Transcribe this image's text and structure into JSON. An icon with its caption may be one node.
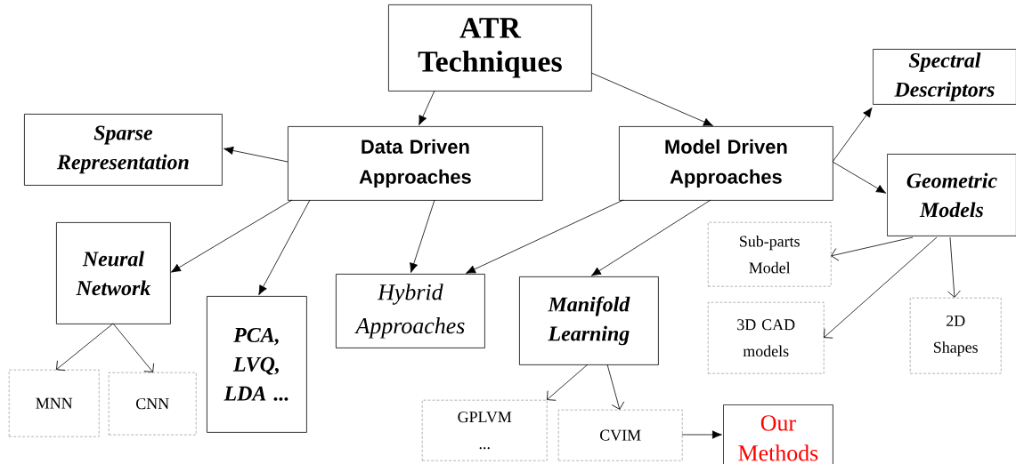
{
  "diagram": {
    "nodes": [
      {
        "text": [
          "ATR Techniques"
        ]
      },
      {
        "text": [
          "Data Driven Approaches"
        ]
      },
      {
        "text": [
          "Model Driven Approaches"
        ]
      },
      {
        "text": [
          "Sparse Representation"
        ]
      },
      {
        "text": [
          "Spectral Descriptors"
        ]
      },
      {
        "text": [
          "Geometric Models"
        ]
      },
      {
        "text": [
          "Neural Network"
        ]
      },
      {
        "text": [
          "PCA, LVQ, LDA ..."
        ]
      },
      {
        "text": [
          "Hybrid Approaches"
        ]
      },
      {
        "text": [
          "Manifold Learning"
        ]
      },
      {
        "text": [
          "Sub-parts Model"
        ]
      },
      {
        "text": [
          "3D CAD models"
        ]
      },
      {
        "text": [
          "2D Shapes"
        ]
      },
      {
        "text": [
          "MNN"
        ]
      },
      {
        "text": [
          "CNN"
        ]
      },
      {
        "text": [
          "GPLVM ..."
        ]
      },
      {
        "text": [
          "CVIM"
        ]
      },
      {
        "text": [
          "Our Methods"
        ]
      }
    ],
    "edges": [
      {
        "from": 0,
        "to": 1,
        "arrow": "to"
      },
      {
        "from": 0,
        "to": 2,
        "arrow": "to"
      },
      {
        "from": 1,
        "to": 3,
        "arrow": "to"
      },
      {
        "from": 2,
        "to": 4,
        "arrow": "to"
      },
      {
        "from": 2,
        "to": 5,
        "arrow": "to"
      },
      {
        "from": 1,
        "to": 6,
        "arrow": "to"
      },
      {
        "from": 1,
        "to": 7,
        "arrow": "to"
      },
      {
        "from": 1,
        "to": 8,
        "arrow": "to"
      },
      {
        "from": 2,
        "to": 8,
        "arrow": "to"
      },
      {
        "from": 2,
        "to": 9,
        "arrow": "to"
      },
      {
        "from": 5,
        "to": 10,
        "arrow": "to"
      },
      {
        "from": 5,
        "to": 11,
        "arrow": "to"
      },
      {
        "from": 5,
        "to": 12,
        "arrow": "to"
      },
      {
        "from": 6,
        "to": 13,
        "arrow": "to"
      },
      {
        "from": 6,
        "to": 14,
        "arrow": "to"
      },
      {
        "from": 9,
        "to": 15,
        "arrow": "to"
      },
      {
        "from": 9,
        "to": 16,
        "arrow": "to"
      },
      {
        "from": 16,
        "to": 17,
        "arrow": "to"
      }
    ]
  }
}
